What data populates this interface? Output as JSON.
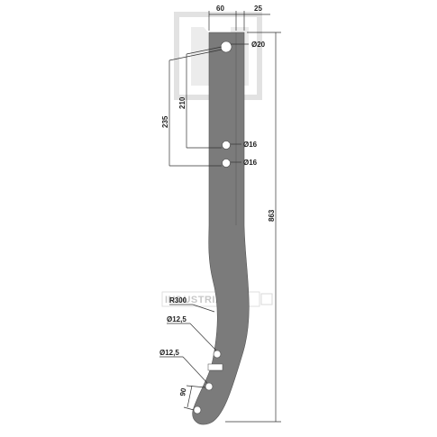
{
  "dimensions": {
    "width_top": "60",
    "thickness": "25",
    "hole_top": "Ø20",
    "hole_spacing_a": "210",
    "hole_spacing_b": "235",
    "hole_mid1": "Ø16",
    "hole_mid2": "Ø16",
    "total_length": "863",
    "radius": "R300",
    "hole_low1": "Ø12,5",
    "hole_low2": "Ø12,5",
    "hole_spacing_low": "90"
  },
  "watermark": {
    "text": "INDUSTRIAL"
  },
  "colors": {
    "part_fill": "#7b7b7b",
    "watermark": "#c8c8c8"
  }
}
